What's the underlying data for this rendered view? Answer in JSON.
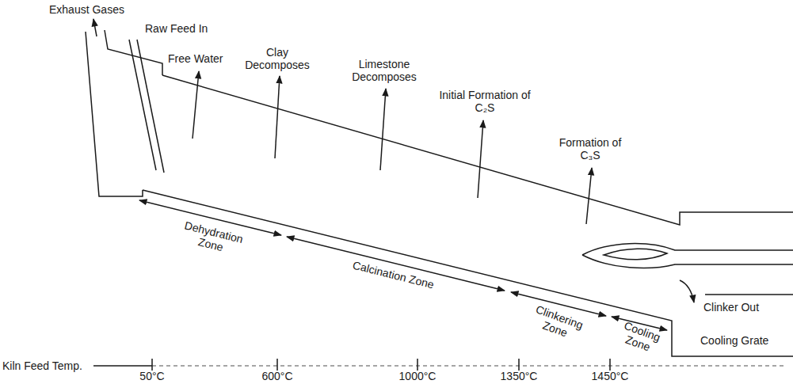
{
  "diagram": {
    "labels": [
      "Exhaust Gases",
      "Raw Feed In",
      "Free Water",
      "Clay Decomposes",
      "Limestone Decomposes",
      "Initial Formation of C₂S",
      "Formation of C₃S",
      "Dehydration Zone",
      "Calcination Zone",
      "Clinkering Zone",
      "Cooling Zone",
      "Clinker Out",
      "Cooling Grate",
      "Kiln Feed Temp.",
      "50°C",
      "600°C",
      "1000°C",
      "1350°C",
      "1450°C"
    ]
  }
}
